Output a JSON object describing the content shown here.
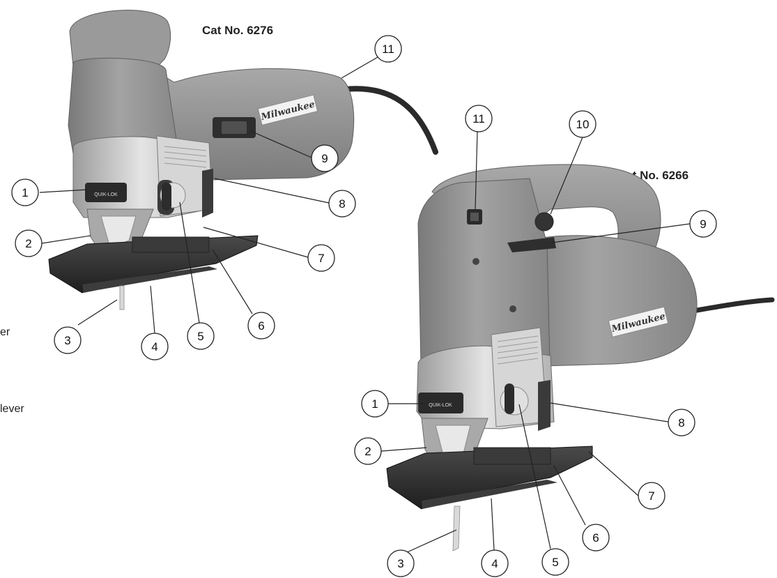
{
  "tools": [
    {
      "id": "left",
      "cat_label": "Cat No. 6276",
      "brand_badge": "Milwaukee",
      "lever_badge": "QUIK-LOK",
      "callouts": [
        "1",
        "2",
        "3",
        "4",
        "5",
        "6",
        "7",
        "8",
        "9",
        "11"
      ]
    },
    {
      "id": "right",
      "cat_label": "Cat No. 6266",
      "brand_badge": "Milwaukee",
      "lever_badge": "QUIK-LOK",
      "callouts": [
        "1",
        "2",
        "3",
        "4",
        "5",
        "6",
        "7",
        "8",
        "9",
        "10",
        "11"
      ]
    }
  ],
  "side_fragments": [
    "er",
    "lever"
  ],
  "colors": {
    "body": "#8f8f8f",
    "body_dark": "#6f6f6f",
    "silver": "#c9c9c9",
    "base": "#2e2e2e",
    "ink": "#222222"
  }
}
